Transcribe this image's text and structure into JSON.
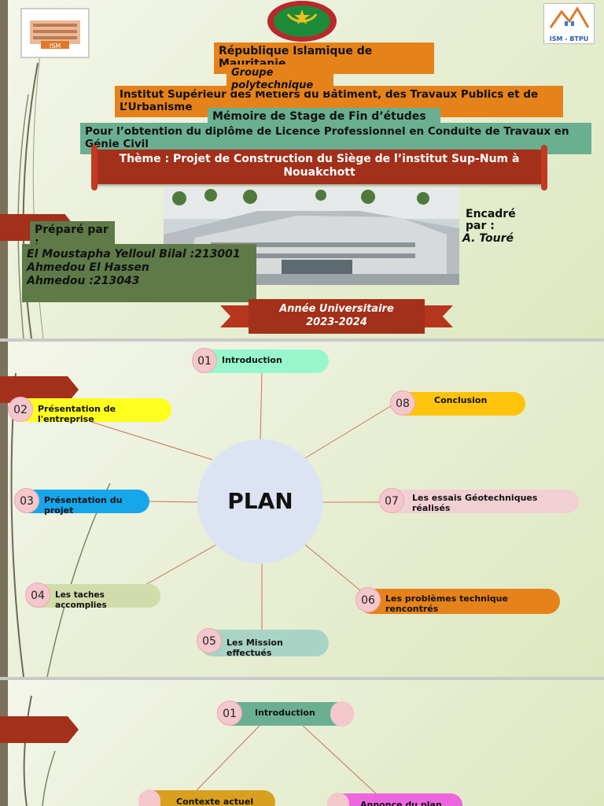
{
  "slide1": {
    "republique": "République Islamique de Mauritanie",
    "groupe": "Groupe polytechnique",
    "institut": "Institut Supérieur des Métiers du Bâtiment, des Travaux Publics et de L’Urbanisme",
    "memoire": "Mémoire de Stage de Fin d’études",
    "obtention": "Pour l’obtention du diplôme de Licence Professionnel en Conduite de Travaux en Génie Civil",
    "theme": "Thème : Projet de Construction du Siège de l’institut Sup-Num à Nouakchott",
    "prepare_label": "Préparé par :",
    "authors": [
      "El Moustapha Yelloul Bilal :213001",
      "Ahmedou El Hassen",
      "Ahmedou :213043"
    ],
    "encadre_label": "Encadré par :",
    "encadre_name": "A. Touré",
    "annee_label": "Année Universitaire",
    "annee_value": "2023-2024",
    "logo_right_text": "ISM - BTPU",
    "logo_left_text": "ISM"
  },
  "slide2": {
    "center": "PLAN",
    "items": [
      {
        "num": "01",
        "label": "Introduction",
        "color": "#98f6cc"
      },
      {
        "num": "02",
        "label": "Présentation de l'entreprise",
        "color": "#ffff1e"
      },
      {
        "num": "03",
        "label": "Présentation du projet",
        "color": "#16a6ec"
      },
      {
        "num": "04",
        "label": "Les taches accomplies",
        "color": "#d2dcaa"
      },
      {
        "num": "05",
        "label": "Les Mission effectués",
        "color": "#a9d3c5"
      },
      {
        "num": "06",
        "label": "Les problèmes technique rencontrés",
        "color": "#e5821a"
      },
      {
        "num": "07",
        "label": "Les essais Géotechniques réalisés",
        "color": "#f1d0d3"
      },
      {
        "num": "08",
        "label": "Conclusion",
        "color": "#ffc30b"
      }
    ]
  },
  "slide3": {
    "items": [
      {
        "num": "01",
        "label": "Introduction",
        "color": "#6aaf91"
      },
      {
        "num": "",
        "label": "Contexte actuel",
        "color": "#d8a01e"
      },
      {
        "num": "",
        "label": "Annonce du plan",
        "color": "#ee66dd"
      }
    ]
  }
}
